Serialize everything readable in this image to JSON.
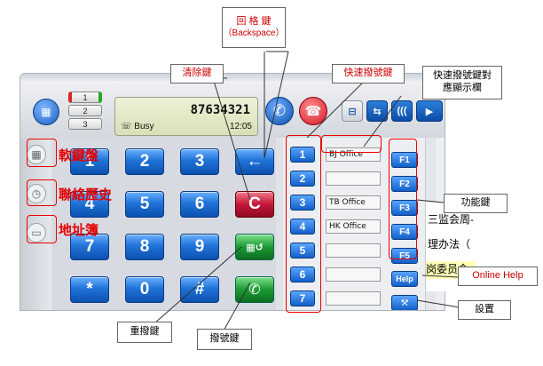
{
  "window": {
    "line_buttons": [
      "1",
      "2",
      "3"
    ],
    "display": {
      "number": "87634321",
      "status": "Busy",
      "time": "12:05"
    }
  },
  "sidebar_labels": [
    "軟鍵盤",
    "聯絡歷史",
    "地址簿"
  ],
  "keypad": {
    "keys": [
      "1",
      "2",
      "3",
      "←",
      "4",
      "5",
      "6",
      "C",
      "7",
      "8",
      "9",
      "redial",
      "*",
      "0",
      "#",
      "dial"
    ]
  },
  "speed_dial": {
    "numbers": [
      "1",
      "2",
      "3",
      "4",
      "5",
      "6",
      "7"
    ],
    "entries": [
      "BJ Office",
      "",
      "TB Office",
      "HK Office",
      "",
      "",
      ""
    ],
    "function_keys": [
      "F1",
      "F2",
      "F3",
      "F4",
      "F5",
      "Help"
    ]
  },
  "background_text": [
    "三监会周-",
    "理办法（",
    "岗委员会"
  ],
  "callouts": {
    "backspace": {
      "line1": "回 格 鍵",
      "line2": "（Backspace）"
    },
    "clear": "清除鍵",
    "speed_dial": "快速撥號鍵",
    "speed_display": {
      "line1": "快速撥號鍵對",
      "line2": "應顯示欄"
    },
    "function_keys": "功能鍵",
    "online_help": "Online Help",
    "settings": "設置",
    "redial": "重撥鍵",
    "dial": "撥號鍵"
  },
  "colors": {
    "key_blue": "#1d6fd6",
    "clear_red": "#c4173a",
    "dial_green": "#1a9a34",
    "annotation_red": "#e40000"
  }
}
